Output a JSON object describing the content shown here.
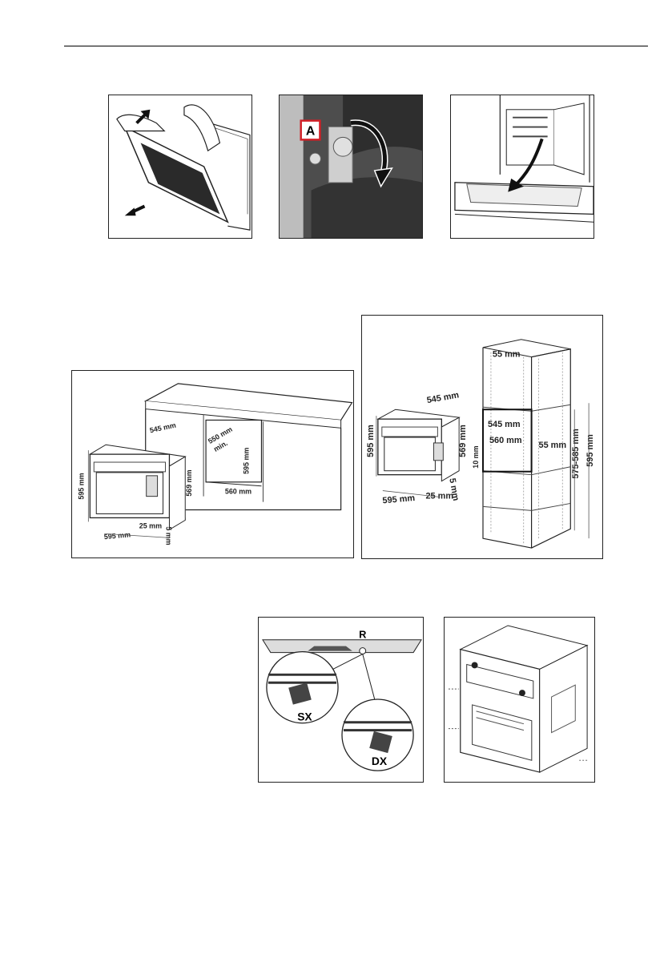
{
  "figure1": {
    "label_a": "A"
  },
  "figure2": {
    "dims": [
      "545 mm",
      "550 mm",
      "min.",
      "595 mm",
      "560 mm",
      "595 mm",
      "569 mm",
      "25 mm",
      "5 mm",
      "595 mm"
    ]
  },
  "figure3": {
    "dims": [
      "55 mm",
      "545 mm",
      "595 mm",
      "545 mm",
      "560 mm",
      "10 mm",
      "569 mm",
      "55 mm",
      "575-585 mm",
      "595 mm",
      "595 mm",
      "25 mm",
      "5 mm"
    ]
  },
  "figure4": {
    "label_r": "R",
    "label_sx": "SX",
    "label_dx": "DX"
  },
  "colors": {
    "stroke": "#222222",
    "dark_panel": "#3a3a3a",
    "accent_red": "#d21f26"
  }
}
